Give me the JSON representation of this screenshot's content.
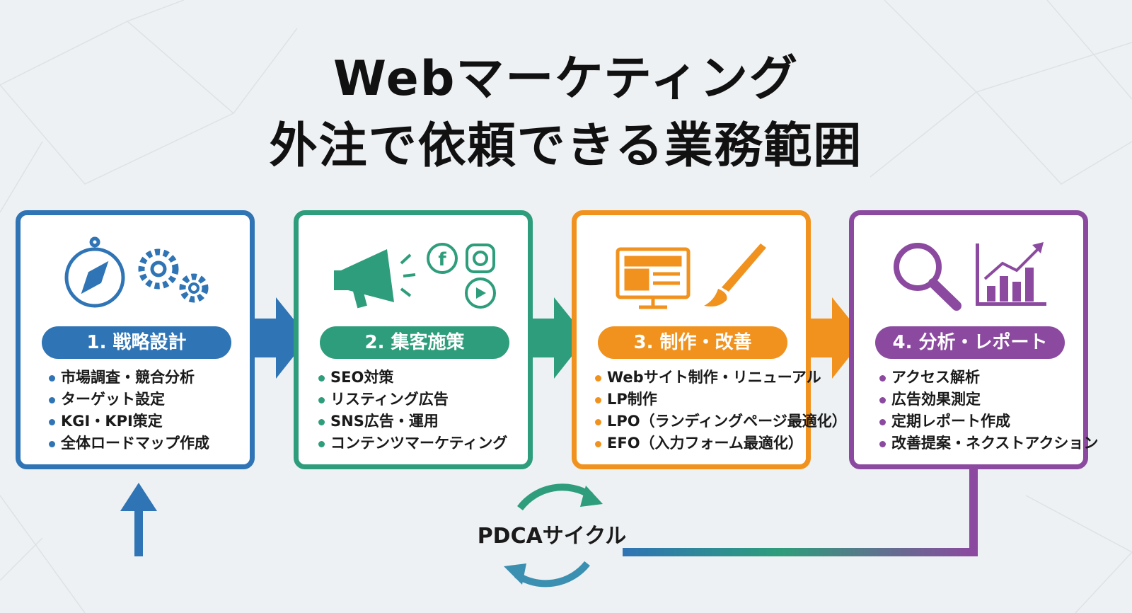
{
  "title": {
    "line1": "Webマーケティング",
    "line2": "外注で依頼できる業務範囲"
  },
  "colors": {
    "blue": "#2f74b5",
    "green": "#2e9d7b",
    "orange": "#f0921d",
    "purple": "#8b4a9f"
  },
  "steps": [
    {
      "label": "1. 戦略設計",
      "icons": [
        "compass-icon",
        "gears-icon"
      ],
      "items": [
        "市場調査・競合分析",
        "ターゲット設定",
        "KGI・KPI策定",
        "全体ロードマップ作成"
      ]
    },
    {
      "label": "2. 集客施策",
      "icons": [
        "megaphone-icon",
        "facebook-icon",
        "instagram-icon",
        "youtube-icon"
      ],
      "items": [
        "SEO対策",
        "リスティング広告",
        "SNS広告・運用",
        "コンテンツマーケティング"
      ]
    },
    {
      "label": "3. 制作・改善",
      "icons": [
        "monitor-icon",
        "paintbrush-icon"
      ],
      "items": [
        "Webサイト制作・リニューアル",
        "LP制作",
        "LPO（ランディングページ最適化）",
        "EFO（入力フォーム最適化）"
      ]
    },
    {
      "label": "4. 分析・レポート",
      "icons": [
        "magnifier-icon",
        "bar-chart-icon"
      ],
      "items": [
        "アクセス解析",
        "広告効果測定",
        "定期レポート作成",
        "改善提案・ネクストアクション"
      ]
    }
  ],
  "cycle": {
    "label": "PDCAサイクル"
  }
}
